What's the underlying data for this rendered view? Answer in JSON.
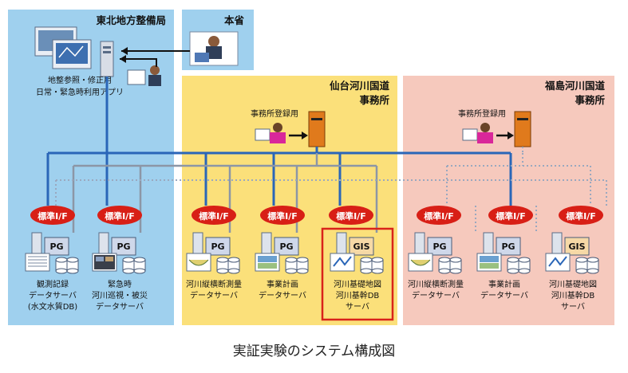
{
  "colors": {
    "tohoku_bg": "#9fd0ee",
    "honsho_bg": "#9fd0ee",
    "sendai_bg": "#fbe07a",
    "fukushima_bg": "#f6c9bd",
    "main_line": "#2a66b8",
    "sub_line": "#8c96a6",
    "dot_line": "#9aa8bf",
    "if_badge": "#d81f16",
    "pg_fill": "#cfd8ea",
    "gis_fill": "#f6d9a6",
    "highlight": "#d9231a"
  },
  "regions": {
    "tohoku": "東北地方整備局",
    "honsho": "本省",
    "sendai": [
      "仙台河川国道",
      "事務所"
    ],
    "fukushima": [
      "福島河川国道",
      "事務所"
    ]
  },
  "apps": [
    "地整参照・修正用",
    "日常・緊急時利用アプリ"
  ],
  "registration": {
    "sendai": "事務所登録用",
    "fukushima": "事務所登録用"
  },
  "interface_label": "標準I/F",
  "servers": [
    {
      "tag": "PG",
      "icon": "table-icon",
      "label": [
        "観測記録",
        "データサーバ",
        "(水文水質DB)"
      ]
    },
    {
      "tag": "PG",
      "icon": "video-monitor-icon",
      "label": [
        "緊急時",
        "河川巡視・被災",
        "データサーバ"
      ]
    },
    {
      "tag": "PG",
      "icon": "cross-section-icon",
      "label": [
        "河川縦横断測量",
        "データサーバ"
      ]
    },
    {
      "tag": "PG",
      "icon": "project-icon",
      "label": [
        "事業計画",
        "データサーバ"
      ]
    },
    {
      "tag": "GIS",
      "icon": "map-icon",
      "label": [
        "河川基礎地図",
        "河川基幹DB",
        "サーバ"
      ]
    },
    {
      "tag": "PG",
      "icon": "cross-section-icon",
      "label": [
        "河川縦横断測量",
        "データサーバ"
      ]
    },
    {
      "tag": "PG",
      "icon": "project-icon",
      "label": [
        "事業計画",
        "データサーバ"
      ]
    },
    {
      "tag": "GIS",
      "icon": "map-icon",
      "label": [
        "河川基礎地図",
        "河川基幹DB",
        "サーバ"
      ]
    }
  ],
  "caption": "実証実験のシステム構成図"
}
